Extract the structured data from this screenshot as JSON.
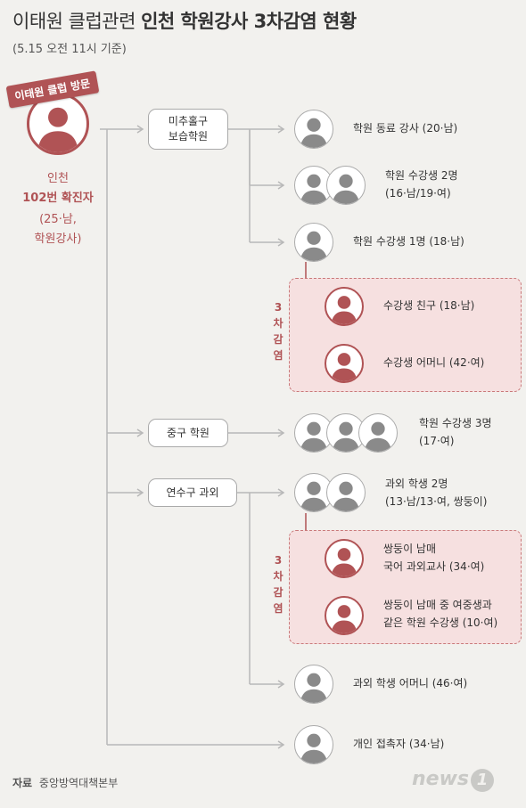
{
  "header": {
    "title_light": "이태원 클럽관련",
    "title_bold": "인천 학원강사 3차감염 현황",
    "subtitle": "(5.15 오전 11시 기준)"
  },
  "source_case": {
    "badge": "이태원 클럽 방문",
    "line1": "인천",
    "line2": "102번 확진자",
    "line3": "(25·남,",
    "line4": "학원강사)"
  },
  "groups": {
    "g1": {
      "line1": "미추홀구",
      "line2": "보습학원"
    },
    "g2": {
      "line1": "중구 학원"
    },
    "g3": {
      "line1": "연수구 과외"
    }
  },
  "people": {
    "p1": {
      "line1": "학원 동료 강사 (20·남)"
    },
    "p2": {
      "line1": "학원 수강생 2명",
      "line2": "(16·남/19·여)"
    },
    "p3": {
      "line1": "학원 수강생 1명 (18·남)"
    },
    "p4": {
      "line1": "수강생 친구 (18·남)"
    },
    "p5": {
      "line1": "수강생 어머니 (42·여)"
    },
    "p6": {
      "line1": "학원 수강생 3명",
      "line2": "(17·여)"
    },
    "p7": {
      "line1": "과외 학생 2명",
      "line2": "(13·남/13·여, 쌍둥이)"
    },
    "p8": {
      "line1": "쌍둥이 남매",
      "line2": "국어 과외교사 (34·여)"
    },
    "p9": {
      "line1": "쌍둥이 남매 중 여중생과",
      "line2": "같은 학원 수강생 (10·여)"
    },
    "p10": {
      "line1": "과외 학생 어머니 (46·여)"
    },
    "p11": {
      "line1": "개인 접촉자 (34·남)"
    }
  },
  "tertiary_tag": {
    "c1": "3",
    "c2": "차",
    "c3": "감",
    "c4": "염"
  },
  "footer": {
    "source_key": "자료",
    "source_value": "중앙방역대책본부",
    "logo_text": "news",
    "logo_num": "1"
  },
  "colors": {
    "accent": "#b05355",
    "zone_fill": "#f6e0e0",
    "background": "#f2f1ee",
    "line": "#b8b8b8"
  }
}
